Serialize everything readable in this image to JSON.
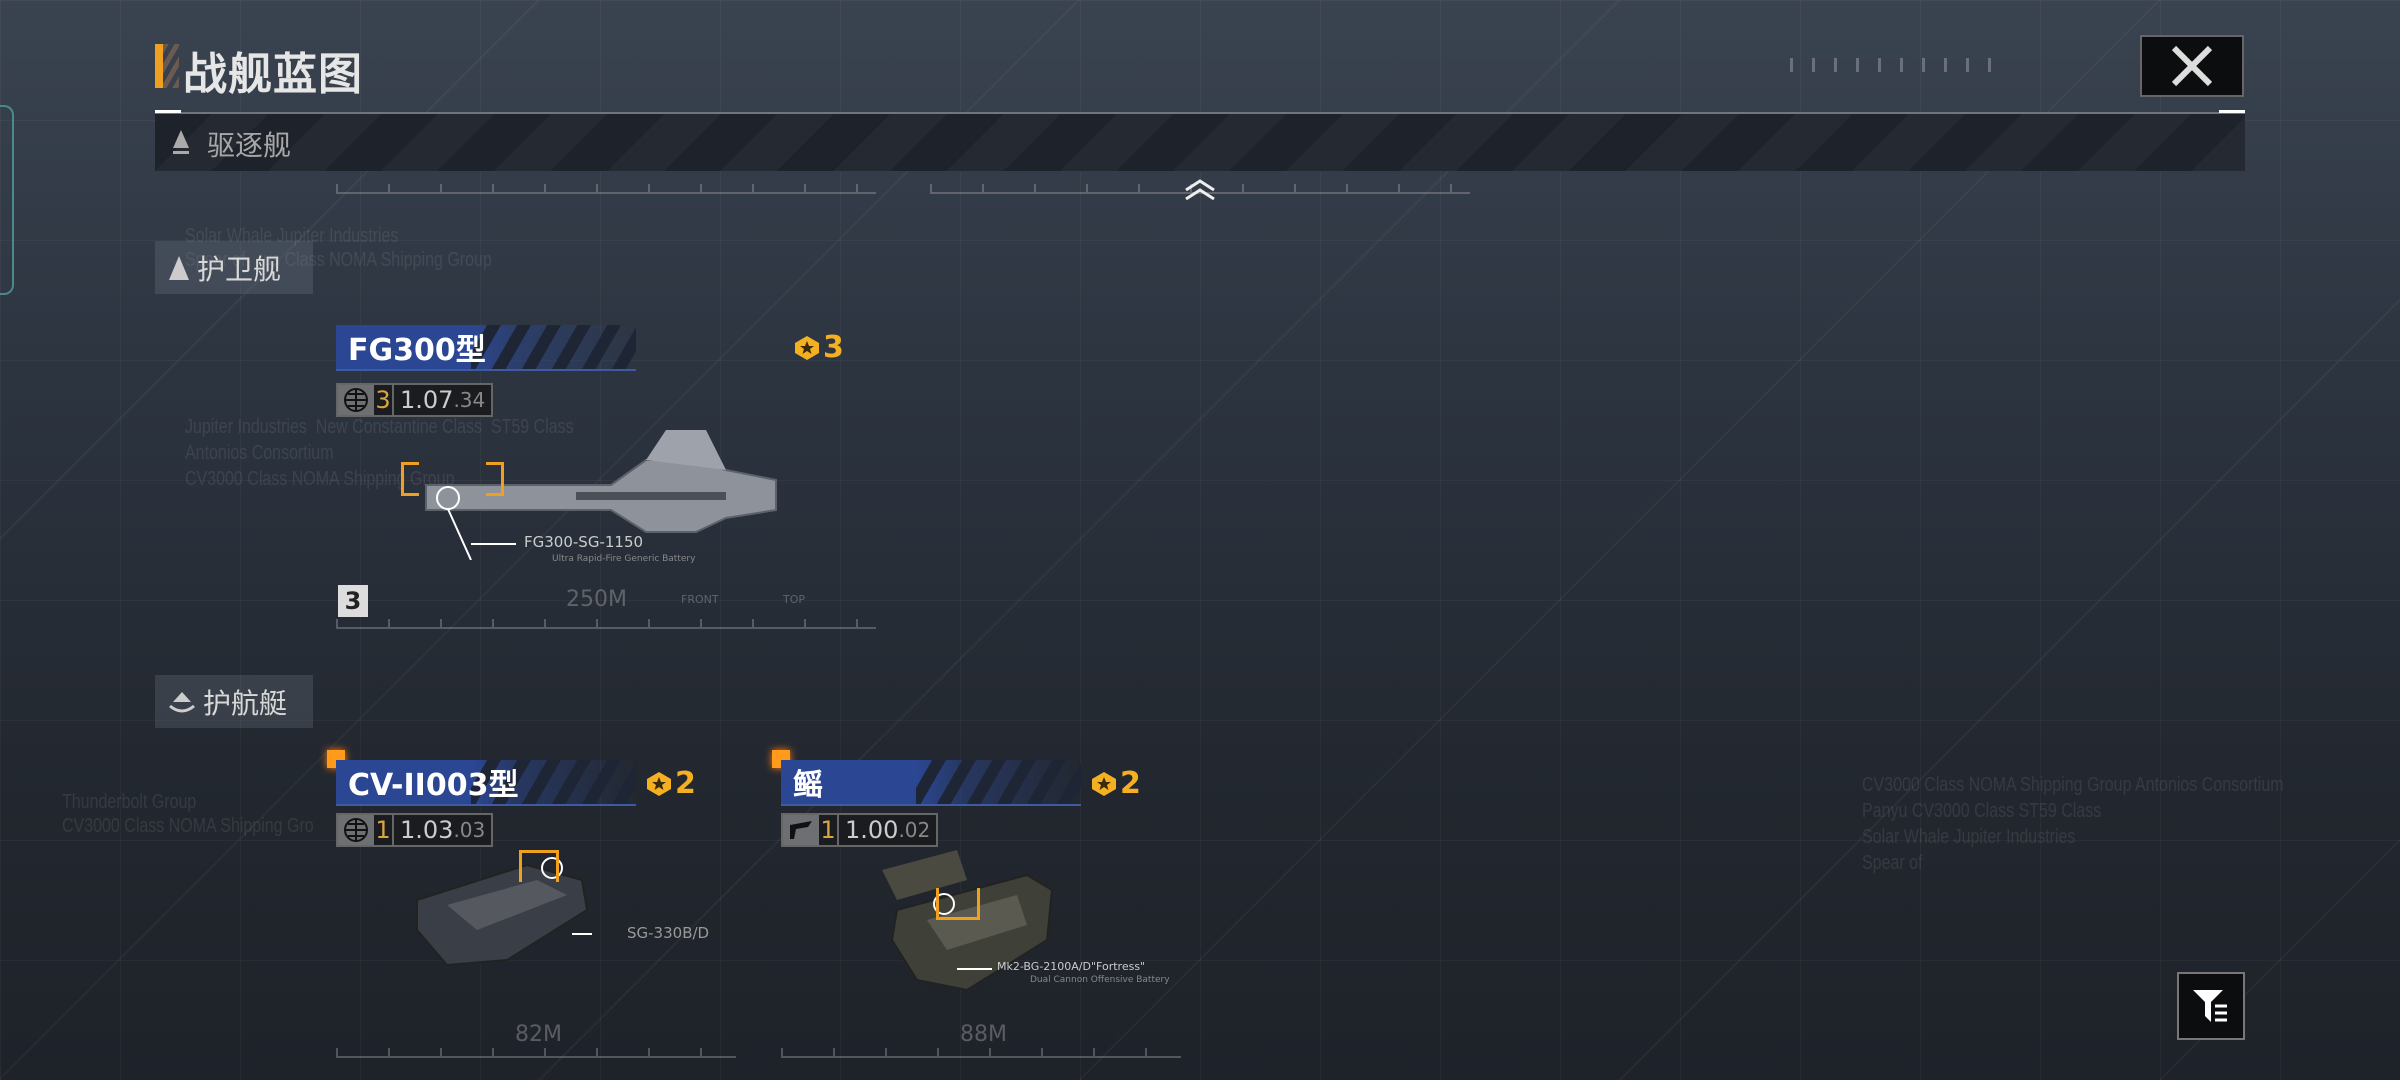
{
  "page": {
    "title": "战舰蓝图",
    "close_icon": "close-icon",
    "filter_icon": "filter-icon"
  },
  "colors": {
    "accent": "#f0a020",
    "banner": "#2b4794",
    "badge": "#f5b021"
  },
  "header": {
    "category": "驱逐舰"
  },
  "sections": [
    {
      "label": "护卫舰",
      "ships": [
        {
          "name": "FG300型",
          "rank": "3",
          "level": "3",
          "version": "1.07",
          "build": ".34",
          "weapon": "FG300-SG-1150",
          "weapon_desc": "Ultra Rapid-Fire Generic Battery",
          "tier": "3",
          "length": "250M",
          "view_front": "FRONT",
          "view_top": "TOP"
        }
      ]
    },
    {
      "label": "护航艇",
      "ships": [
        {
          "name": "CV-II003型",
          "rank": "2",
          "level": "1",
          "version": "1.03",
          "build": ".03",
          "weapon": "SG-330B/D",
          "length": "82M"
        },
        {
          "name": "鳐",
          "rank": "2",
          "level": "1",
          "version": "1.00",
          "build": ".02",
          "weapon": "Mk2-BG-2100A/D\"Fortress\"",
          "weapon_desc": "Dual Cannon Offensive Battery",
          "length": "88M"
        }
      ]
    }
  ],
  "background_text": {
    "a": "Solar Whale Jupiter Industries\nSpear of    us Class NOMA Shipping Group",
    "b": "Jupiter Industries  New Constantine Class  ST59 Class\nAntonios Consortium\nCV3000 Class NOMA Shipping Group",
    "c": "Thunderbolt Group\nCV3000 Class NOMA Shipping Gro",
    "d": "CV3000 Class NOMA Shipping Group Antonios Consortium\nPanyu CV3000 Class ST59 Class\nSolar Whale Jupiter Industries\nSpear of"
  }
}
